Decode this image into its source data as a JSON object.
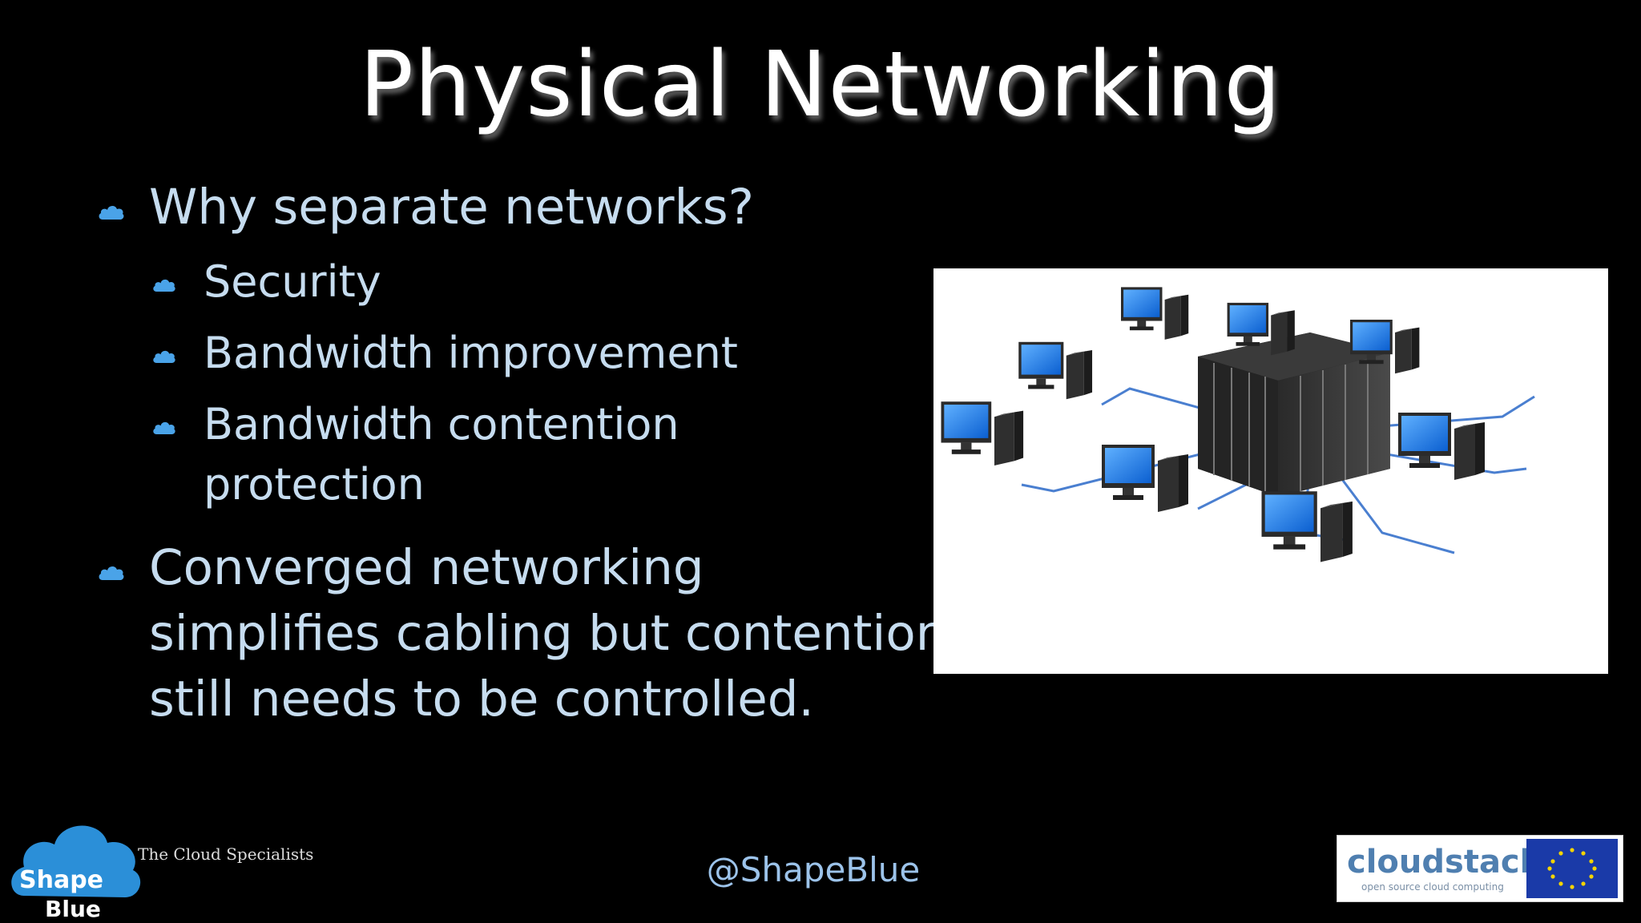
{
  "slide": {
    "title": "Physical Networking",
    "bullets": [
      {
        "text": "Why separate networks?",
        "children": [
          "Security",
          "Bandwidth improvement",
          "Bandwidth contention protection"
        ]
      },
      {
        "text": "Converged networking simplifies cabling but contention still needs to be controlled."
      }
    ],
    "handle": "@ShapeBlue"
  },
  "logos": {
    "shapeblue": {
      "line1": "Shape",
      "line2": "Blue",
      "tagline": "The Cloud Specialists"
    },
    "cloudstack": {
      "name": "cloudstack",
      "tagline": "open source cloud computing"
    }
  },
  "image": {
    "icon": "network-diagram-icon"
  },
  "colors": {
    "background": "#000000",
    "title": "#ffffff",
    "body_text": "#c6dcef",
    "handle": "#9cc3ea",
    "bullet": "#4aa3e8",
    "monitor_screen": "#1c7ff0"
  }
}
